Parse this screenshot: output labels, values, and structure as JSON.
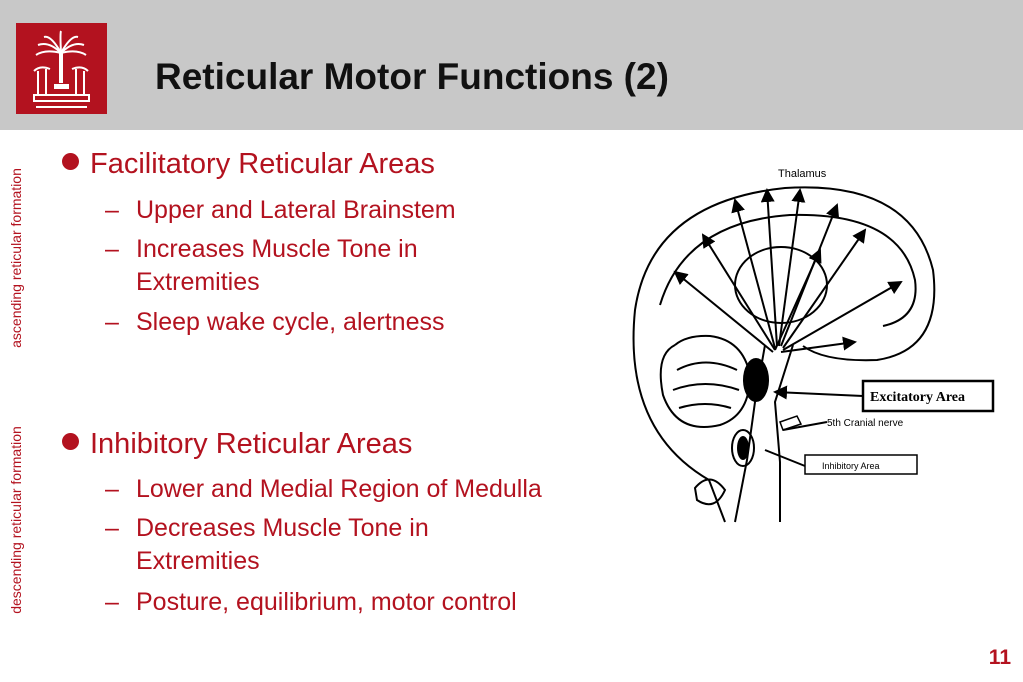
{
  "slide": {
    "title": "Reticular Motor Functions (2)",
    "page_number": "11"
  },
  "sidebar": {
    "upper_label": "ascending reticular formation",
    "lower_label": "descending reticular formation"
  },
  "sections": [
    {
      "heading": "Facilitatory Reticular Areas",
      "items": [
        "Upper and Lateral Brainstem",
        "Increases Muscle Tone in Extremities",
        "Sleep wake cycle, alertness"
      ]
    },
    {
      "heading": "Inhibitory Reticular Areas",
      "items": [
        "Lower and Medial Region of Medulla",
        "Decreases Muscle Tone in Extremities",
        "Posture, equilibrium, motor control"
      ]
    }
  ],
  "diagram": {
    "label_thalamus": "Thalamus",
    "label_excitatory": "Excitatory Area",
    "label_cranial": "5th Cranial nerve",
    "label_inhibitory": "Inhibitory Area"
  },
  "colors": {
    "accent": "#b3121f",
    "header_bg": "#c8c8c8",
    "title_text": "#111111"
  },
  "icons": {
    "logo": "palmetto-seal-icon",
    "bullet": "round-bullet-icon"
  }
}
